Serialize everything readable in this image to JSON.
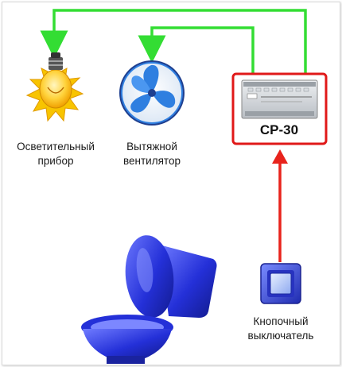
{
  "devices": {
    "lamp": {
      "line1": "Осветительный",
      "line2": "прибор"
    },
    "fan": {
      "line1": "Вытяжной",
      "line2": "вентилятор"
    },
    "controller": {
      "name": "CP-30"
    },
    "switch": {
      "line1": "Кнопочный",
      "line2": "выключатель"
    }
  },
  "colors": {
    "green_wire": "#33dd33",
    "red_wire": "#e8231c",
    "controller_border": "#e01818",
    "toilet_blue": "#2430d8",
    "fan_blue": "#2f7fe0",
    "lamp_yellow": "#f5b800"
  },
  "icons": [
    "lamp-icon",
    "fan-icon",
    "controller-icon",
    "switch-icon",
    "toilet-icon"
  ]
}
